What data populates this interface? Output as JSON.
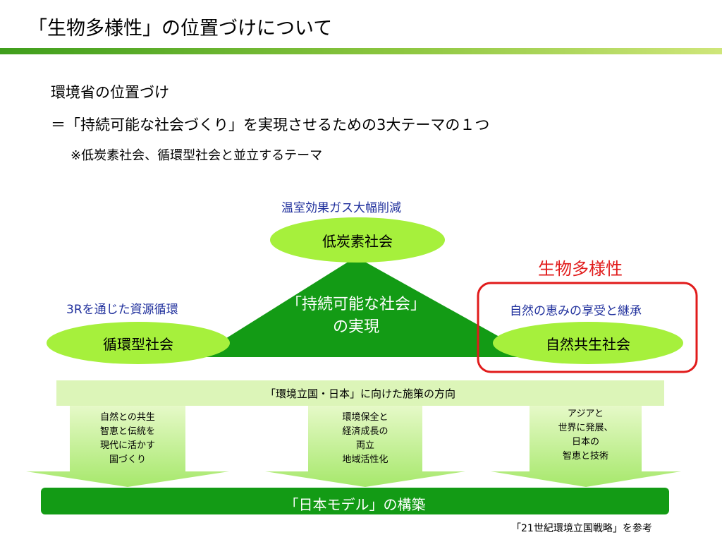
{
  "title": "「生物多様性」の位置づけについて",
  "positioning": {
    "heading": "環境省の位置づけ",
    "statement": "＝「持続可能な社会づくり」を実現させるための3大テーマの１つ",
    "note": "※低炭素社会、循環型社会と並立するテーマ"
  },
  "themes": {
    "low_carbon": {
      "label": "低炭素社会",
      "caption": "温室効果ガス大幅削減"
    },
    "recycling": {
      "label": "循環型社会",
      "caption": "3Rを通じた資源循環"
    },
    "nature": {
      "label": "自然共生社会",
      "caption": "自然の恵みの享受と継承"
    },
    "center_line1": "「持続可能な社会」",
    "center_line2": "の実現",
    "biodiversity_label": "生物多様性"
  },
  "policy": {
    "banner": "「環境立国・日本」に向けた施策の方向",
    "pillars": [
      {
        "lines": [
          "自然との共生",
          "智恵と伝統を",
          "現代に活かす",
          "国づくり"
        ]
      },
      {
        "lines": [
          "環境保全と",
          "経済成長の",
          "両立",
          "地域活性化"
        ]
      },
      {
        "lines": [
          "アジアと",
          "世界に発展、",
          "日本の",
          "智恵と技術"
        ]
      }
    ],
    "model": "「日本モデル」の構築"
  },
  "source_note": "「21世紀環境立国戦略」を参考",
  "colors": {
    "dark_green": "#139b15",
    "light_green": "#a6f03c",
    "pale_green": "#dcf5b8",
    "caption_blue": "#1f2f9c",
    "highlight_red": "#e11b1b"
  }
}
